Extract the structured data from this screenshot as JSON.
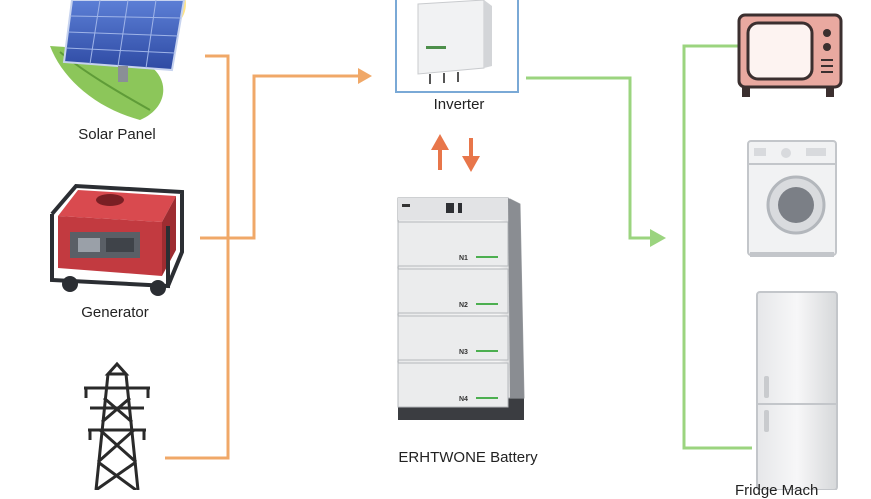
{
  "diagram": {
    "sources": [
      {
        "id": "solar",
        "label": "Solar Panel",
        "icon": "solar-panel-icon"
      },
      {
        "id": "generator",
        "label": "Generator",
        "icon": "generator-icon"
      },
      {
        "id": "grid",
        "label": "",
        "icon": "power-tower-icon"
      }
    ],
    "inverter": {
      "label": "Inverter",
      "icon": "inverter-icon"
    },
    "battery": {
      "label": "ERHTWONE Battery",
      "icon": "battery-stack-icon",
      "modules": [
        "N1",
        "N2",
        "N3",
        "N4"
      ]
    },
    "loads": [
      {
        "id": "tv",
        "label": "",
        "icon": "tv-icon"
      },
      {
        "id": "washer",
        "label": "",
        "icon": "washing-machine-icon"
      },
      {
        "id": "fridge",
        "label": "Fridge Mach",
        "icon": "fridge-icon"
      }
    ],
    "colors": {
      "input_line": "#f0a868",
      "output_line": "#9bd47f",
      "charge_arrow": "#e8764a",
      "inverter_border": "#7aa9d6"
    }
  }
}
